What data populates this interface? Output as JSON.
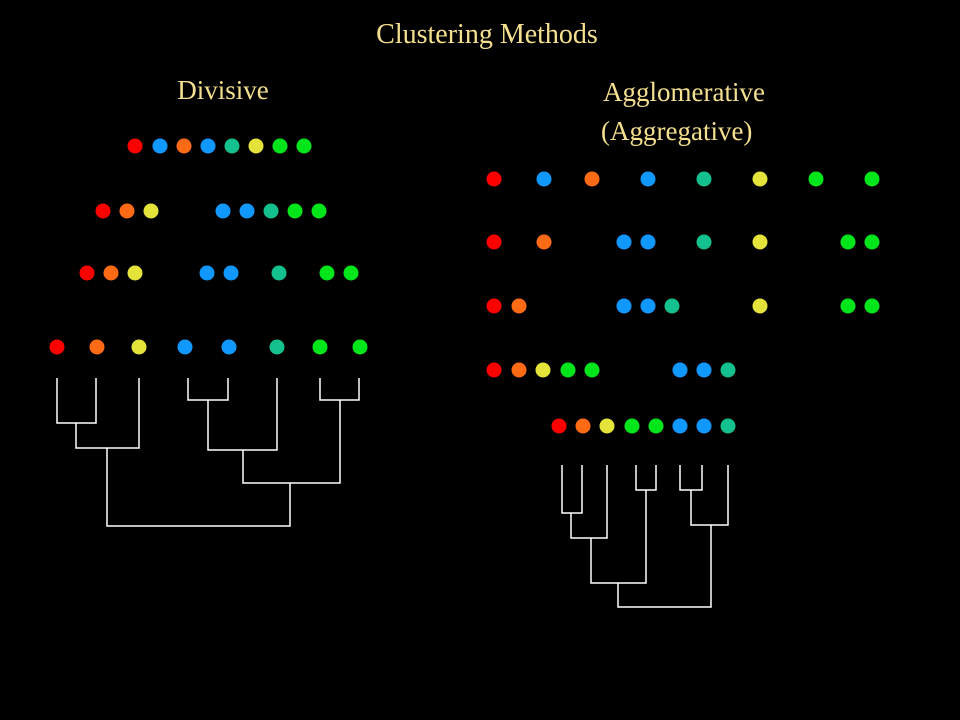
{
  "title": "Clustering Methods",
  "divisive": {
    "label": "Divisive"
  },
  "agglomerative": {
    "label_line1": "Agglomerative",
    "label_line2": "(Aggregative)"
  },
  "colors": {
    "red": "#ff0000",
    "orange": "#ff6a14",
    "yellow": "#e3e33a",
    "blue": "#1098ff",
    "teal": "#14c08e",
    "green": "#00e61a"
  },
  "divisive_rows": [
    [
      "red",
      "blue",
      "orange",
      "blue",
      "teal",
      "yellow",
      "green",
      "green"
    ],
    [
      "red",
      "orange",
      "yellow",
      "blue",
      "blue",
      "teal",
      "green",
      "green"
    ],
    [
      "red",
      "orange",
      "yellow",
      "blue",
      "blue",
      "teal",
      "green",
      "green"
    ],
    [
      "red",
      "orange",
      "yellow",
      "blue",
      "blue",
      "teal",
      "green",
      "green"
    ]
  ],
  "agglomerative_rows": [
    [
      "red",
      "blue",
      "orange",
      "blue",
      "teal",
      "yellow",
      "green",
      "green"
    ],
    [
      "red",
      "orange",
      "blue",
      "blue",
      "teal",
      "yellow",
      "green",
      "green"
    ],
    [
      "red",
      "orange",
      "blue",
      "blue",
      "teal",
      "yellow",
      "green",
      "green"
    ],
    [
      "red",
      "orange",
      "yellow",
      "green",
      "green",
      "blue",
      "blue",
      "teal"
    ],
    [
      "red",
      "orange",
      "yellow",
      "green",
      "green",
      "blue",
      "blue",
      "teal"
    ]
  ]
}
